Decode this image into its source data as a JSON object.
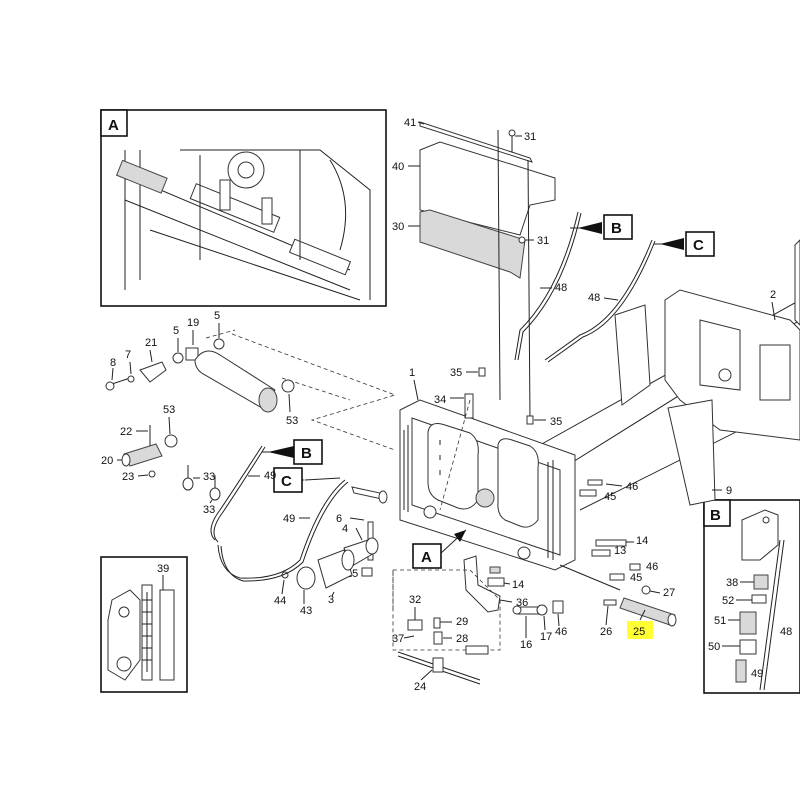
{
  "insets": {
    "A": {
      "letter": "A"
    },
    "B": {
      "letter": "B"
    },
    "detail": {
      "label": "39"
    }
  },
  "callouts": {
    "B_upper": "B",
    "C_upper": "C",
    "B_lower": "B",
    "C_lower": "C",
    "A_main": "A"
  },
  "highlight_color": "#ffff33",
  "highlighted_part": "25",
  "labels": {
    "p41": "41",
    "p31a": "31",
    "p40": "40",
    "p30": "30",
    "p31b": "31",
    "p48a": "48",
    "p48b": "48",
    "p2": "2",
    "p35a": "35",
    "p34": "34",
    "p1": "1",
    "p35b": "35",
    "p9": "9",
    "p46a": "46",
    "p45a": "45",
    "p14a": "14",
    "p13": "13",
    "p46b": "46",
    "p45b": "45",
    "p27": "27",
    "p26": "26",
    "p25": "25",
    "p14b": "14",
    "p36": "36",
    "p16": "16",
    "p17": "17",
    "p46c": "46",
    "p32": "32",
    "p29": "29",
    "p28": "28",
    "p37": "37",
    "p24": "24",
    "p6": "6",
    "p4": "4",
    "p15": "15",
    "p3": "3",
    "p43": "43",
    "p44": "44",
    "p49a": "49",
    "p49b": "49",
    "p8": "8",
    "p7": "7",
    "p21": "21",
    "p5a": "5",
    "p19": "19",
    "p5b": "5",
    "p53a": "53",
    "p53b": "53",
    "p22": "22",
    "p20": "20",
    "p23": "23",
    "p33a": "33",
    "p33b": "33",
    "p38": "38",
    "p52": "52",
    "p51": "51",
    "p50": "50",
    "p49c": "49",
    "p48c": "48"
  }
}
